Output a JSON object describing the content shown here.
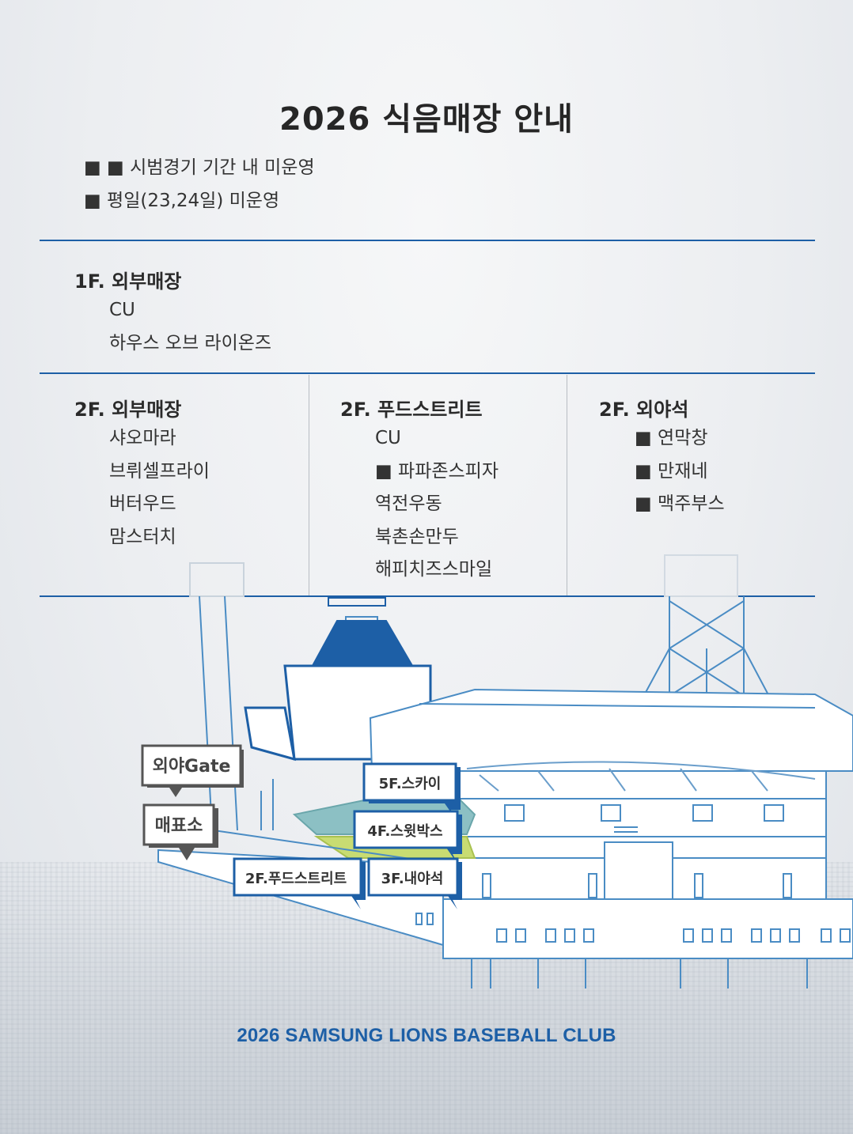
{
  "title": "2026 식음매장 안내",
  "notes": [
    "■ ■ 시범경기 기간 내 미운영",
    "■ 평일(23,24일) 미운영"
  ],
  "floor1": {
    "title": "1F. 외부매장",
    "items": [
      "CU",
      "하우스 오브 라이온즈"
    ]
  },
  "floor2_outer": {
    "title": "2F. 외부매장",
    "items": [
      "샤오마라",
      "브뤼셀프라이",
      "버터우드",
      "맘스터치"
    ]
  },
  "floor2_food": {
    "title": "2F. 푸드스트리트",
    "items": [
      "CU",
      "■ 파파존스피자",
      "역전우동",
      "북촌손만두",
      "해피치즈스마일"
    ]
  },
  "floor2_outfield": {
    "title": "2F. 외야석",
    "items": [
      "■ 연막창",
      "■ 만재네",
      "■ 맥주부스"
    ]
  },
  "map_labels": {
    "outfield_gate": "외야Gate",
    "ticket_office": "매표소",
    "sky_5f": "5F.스카이",
    "suite_4f": "4F.스윗박스",
    "food_street_2f": "2F.푸드스트리트",
    "infield_3f": "3F.내야석"
  },
  "footer": "2026 SAMSUNG LIONS BASEBALL CLUB",
  "colors": {
    "accent": "#1d5fa6",
    "title": "#262626",
    "stadium_line": "#4a8cc4",
    "field_teal": "#8cc0c4",
    "field_green": "#c8dc72"
  }
}
